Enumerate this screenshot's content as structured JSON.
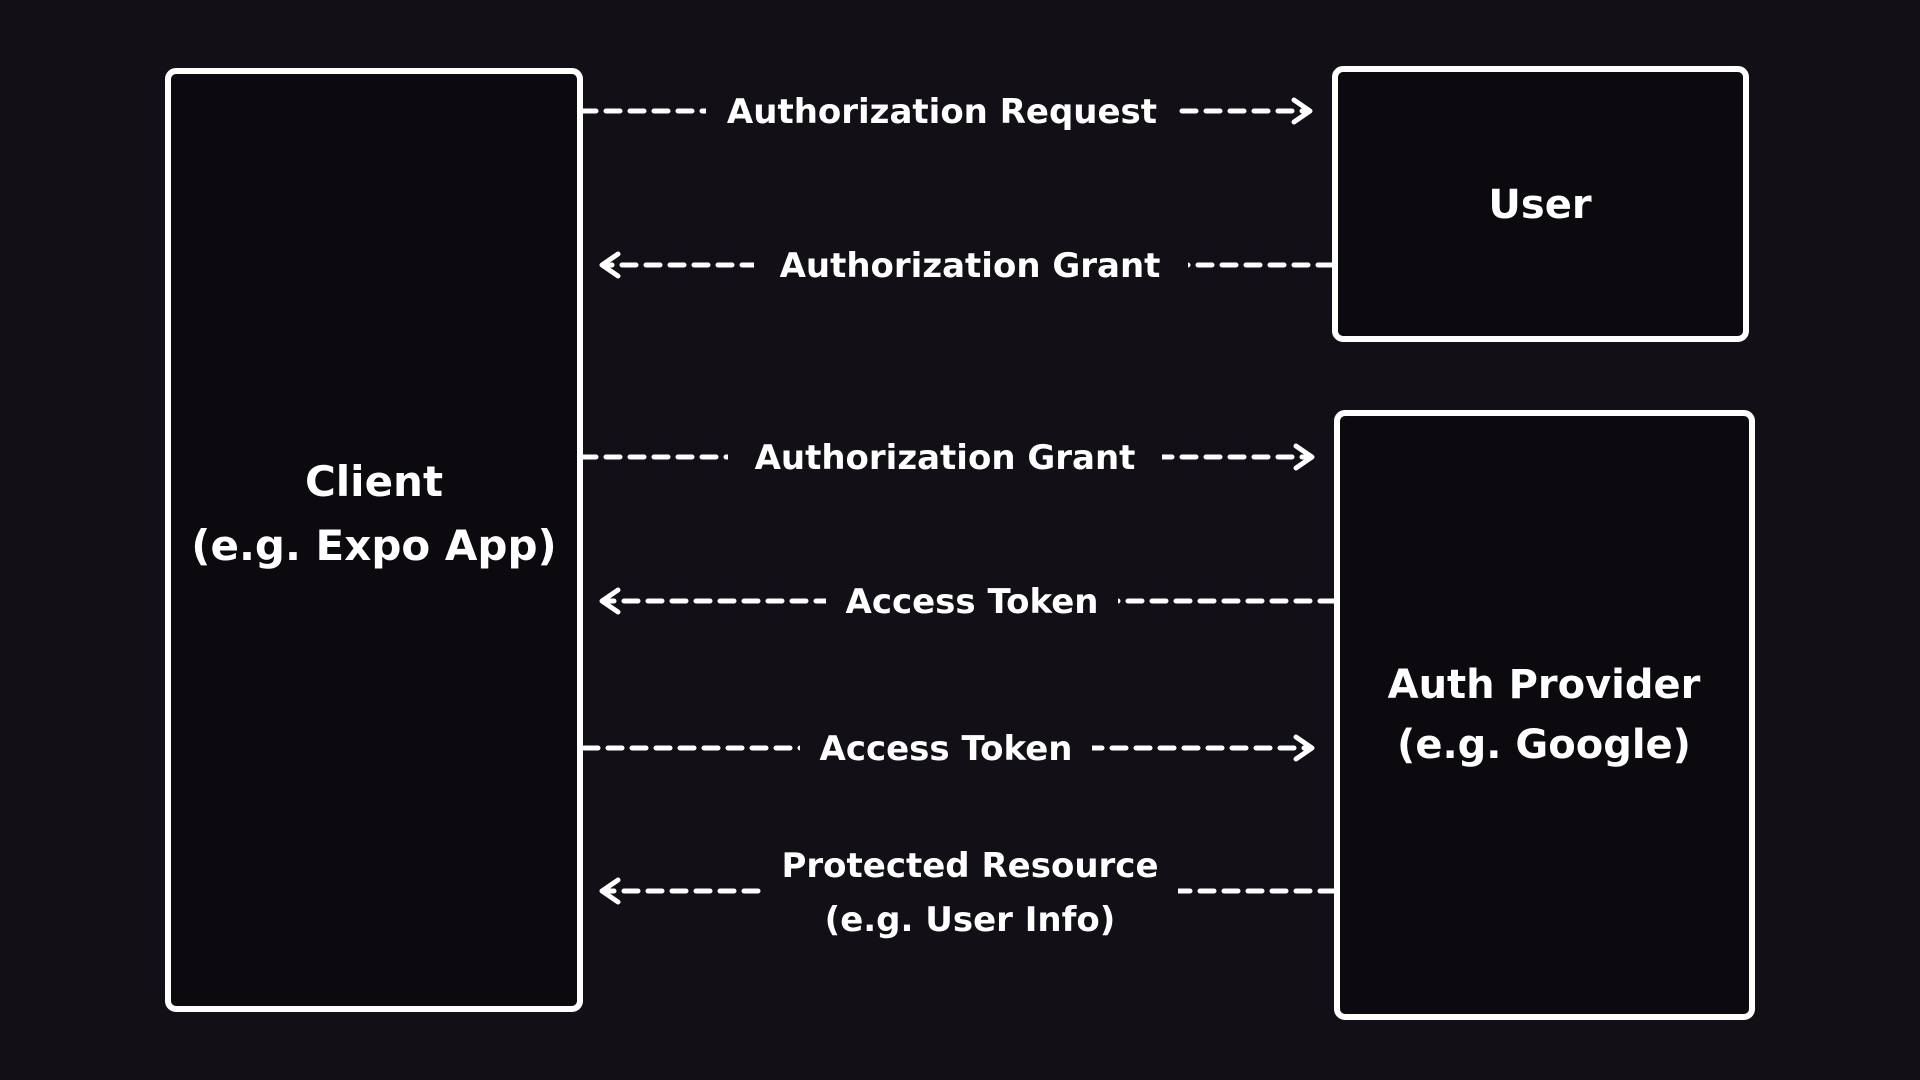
{
  "colors": {
    "background": "#121016",
    "box_fill": "#0c0a0f",
    "stroke": "#ffffff",
    "text": "#ffffff"
  },
  "nodes": {
    "client": {
      "line1": "Client",
      "line2": "(e.g. Expo App)"
    },
    "user": {
      "line1": "User"
    },
    "auth_provider": {
      "line1": "Auth Provider",
      "line2": "(e.g. Google)"
    }
  },
  "flows": [
    {
      "label": "Authorization Request",
      "from": "client",
      "to": "user"
    },
    {
      "label": "Authorization Grant",
      "from": "user",
      "to": "client"
    },
    {
      "label": "Authorization Grant",
      "from": "client",
      "to": "auth_provider"
    },
    {
      "label": "Access Token",
      "from": "auth_provider",
      "to": "client"
    },
    {
      "label": "Access Token",
      "from": "client",
      "to": "auth_provider"
    },
    {
      "label": "Protected Resource",
      "label2": "(e.g. User Info)",
      "from": "auth_provider",
      "to": "client"
    }
  ]
}
